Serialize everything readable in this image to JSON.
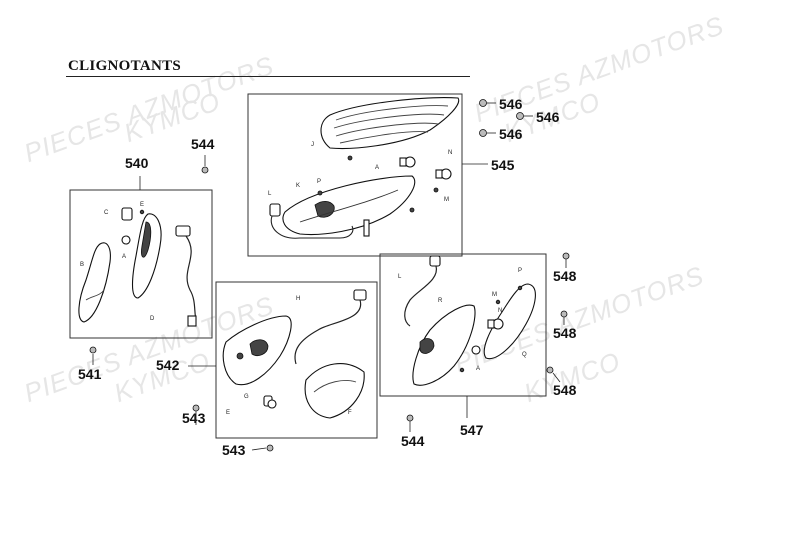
{
  "title": "CLIGNOTANTS",
  "watermarks": [
    "PIECES AZMOTORS",
    "KYMCO"
  ],
  "callouts": {
    "c540": "540",
    "c541": "541",
    "c542": "542",
    "c543a": "543",
    "c543b": "543",
    "c544a": "544",
    "c544b": "544",
    "c545": "545",
    "c546a": "546",
    "c546b": "546",
    "c546c": "546",
    "c547": "547",
    "c548a": "548",
    "c548b": "548",
    "c548c": "548"
  },
  "letters": {
    "A": "A",
    "B": "B",
    "C": "C",
    "D": "D",
    "E": "E",
    "F": "F",
    "G": "G",
    "H": "H",
    "J": "J",
    "K": "K",
    "L": "L",
    "M": "M",
    "N": "N",
    "P": "P",
    "Q": "Q",
    "R": "R"
  }
}
